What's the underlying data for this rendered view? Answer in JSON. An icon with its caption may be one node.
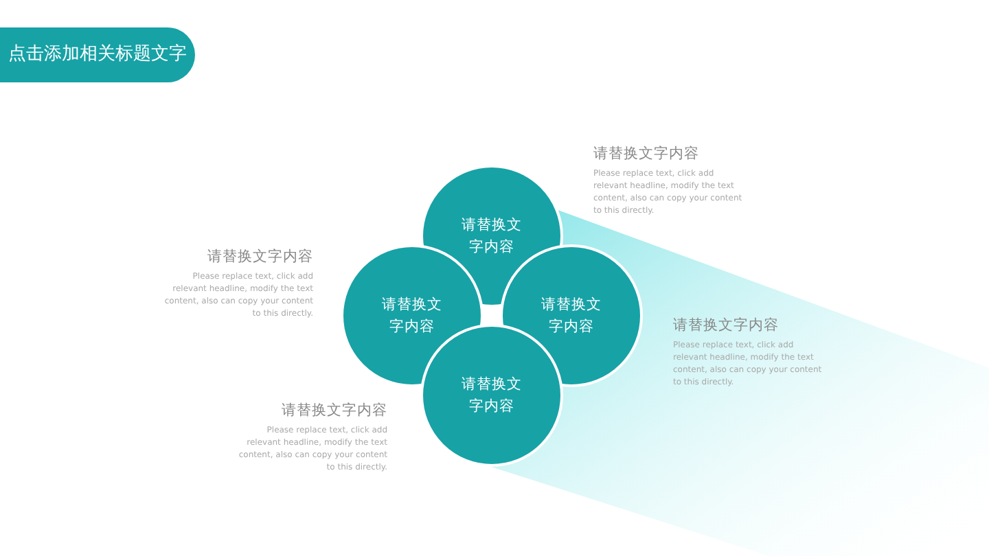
{
  "diagram": {
    "title": "点击添加相关标题文字",
    "nodes": [
      {
        "text": [
          "请替换文字内容"
        ],
        "beside": [
          "请替换文字内容",
          "Please replace text, click add relevant headline, modify the text content, also can copy your content to this directly."
        ]
      },
      {
        "text": [
          "请替换文字内容"
        ],
        "beside": [
          "请替换文字内容",
          "Please replace text, click add relevant headline, modify the text content, also can copy your content to this directly."
        ]
      },
      {
        "text": [
          "请替换文字内容"
        ],
        "beside": [
          "请替换文字内容",
          "Please replace text, click add relevant headline, modify the text content, also can copy your content to this directly."
        ]
      },
      {
        "text": [
          "请替换文字内容"
        ],
        "beside": [
          "请替换文字内容",
          "Please replace text, click add relevant headline, modify the text content, also can copy your content to this directly."
        ]
      }
    ],
    "edges": []
  }
}
